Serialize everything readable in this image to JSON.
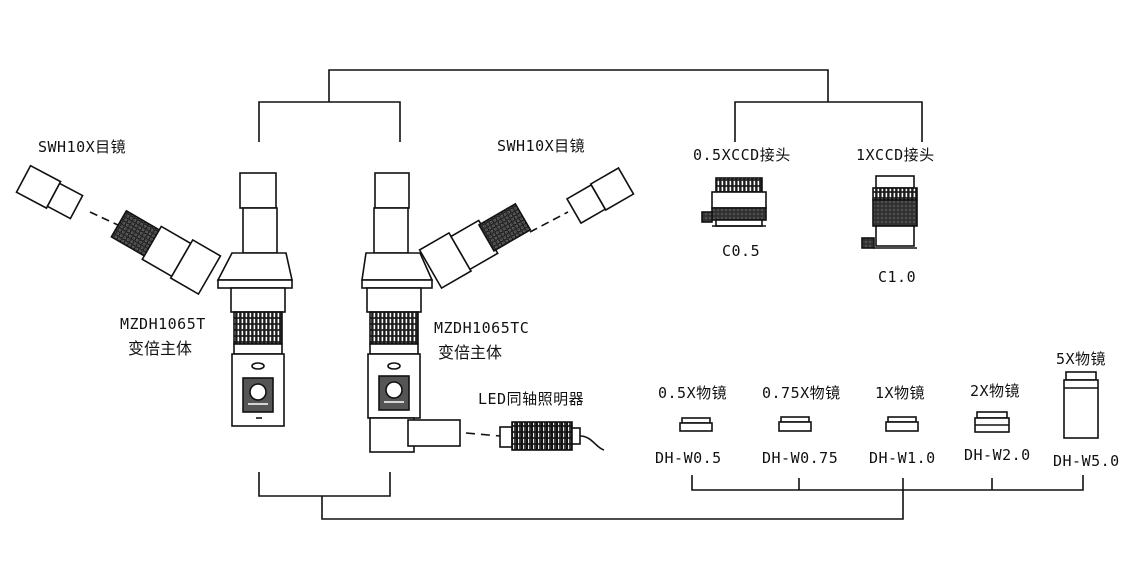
{
  "eyepiece_left": "SWH10X目镜",
  "eyepiece_right": "SWH10X目镜",
  "body_left": {
    "model": "MZDH1065T",
    "desc": "变倍主体"
  },
  "body_right": {
    "model": "MZDH1065TC",
    "desc": "变倍主体"
  },
  "illuminator": "LED同轴照明器",
  "ccd": [
    {
      "title": "0.5XCCD接头",
      "code": "C0.5"
    },
    {
      "title": "1XCCD接头",
      "code": "C1.0"
    }
  ],
  "objectives": [
    {
      "title": "0.5X物镜",
      "code": "DH-W0.5"
    },
    {
      "title": "0.75X物镜",
      "code": "DH-W0.75"
    },
    {
      "title": "1X物镜",
      "code": "DH-W1.0"
    },
    {
      "title": "2X物镜",
      "code": "DH-W2.0"
    },
    {
      "title": "5X物镜",
      "code": "DH-W5.0"
    }
  ]
}
